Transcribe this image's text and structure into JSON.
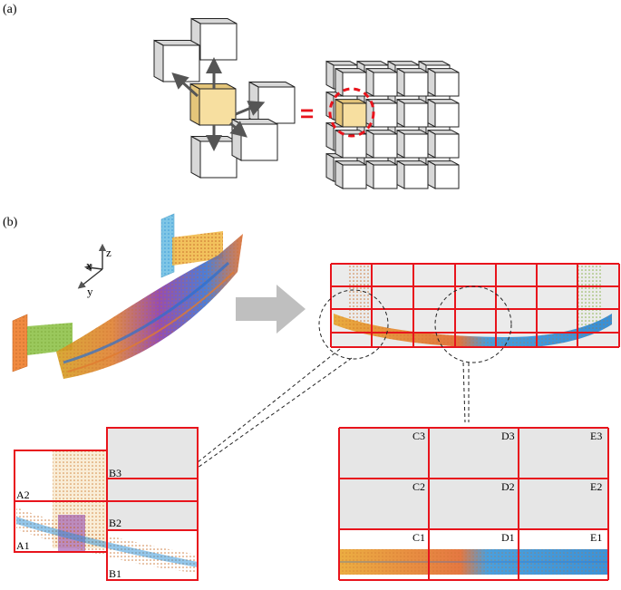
{
  "panels": {
    "a": {
      "label": "(a)"
    },
    "b": {
      "label": "(b)"
    }
  },
  "axes": {
    "x": "x",
    "y": "y",
    "z": "z"
  },
  "equals_sign": "=",
  "left_zoom": {
    "labels": [
      "A2",
      "A1",
      "B3",
      "B2",
      "B1"
    ]
  },
  "right_zoom": {
    "labels": [
      "C3",
      "D3",
      "E3",
      "C2",
      "D2",
      "E2",
      "C1",
      "D1",
      "E1"
    ]
  },
  "colors": {
    "grid_red": "#e8141c",
    "cube_face": "#ffffff",
    "cube_side": "#d8d8d8",
    "center_cube": "#f7dfa0",
    "center_side": "#e4c57a",
    "arrow": "#555555",
    "big_arrow": "#bfbfbf",
    "cell_gray": "#e6e6e6"
  },
  "icons": [
    "flow-arrow-icon",
    "axis-triad-icon",
    "dashed-circle-icon"
  ]
}
